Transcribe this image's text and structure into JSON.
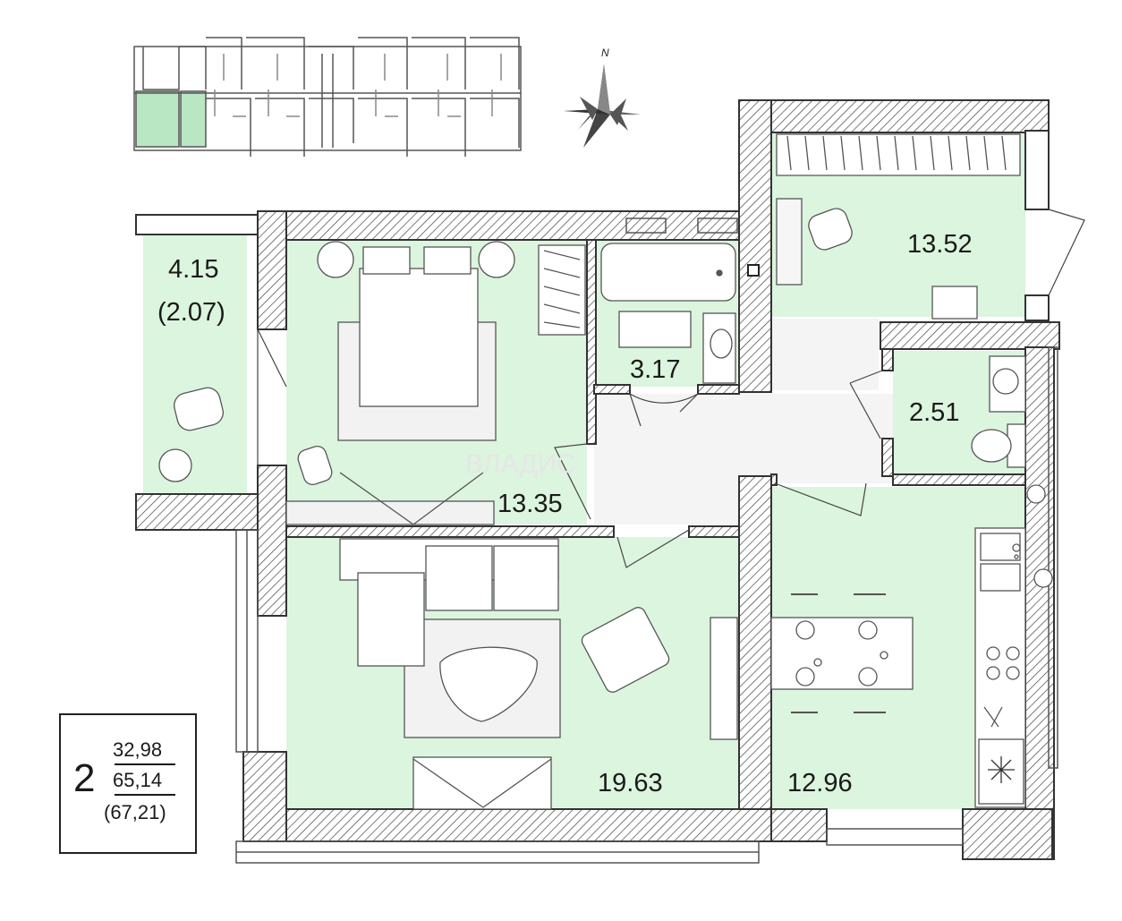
{
  "compass": {
    "north_label": "N"
  },
  "rooms": {
    "balcony_area": "4.15",
    "balcony_reduced": "(2.07)",
    "bedroom_area": "13.35",
    "bathroom_area": "3.17",
    "study_area": "13.52",
    "wc_area": "2.51",
    "living_area": "19.63",
    "kitchen_area": "12.96"
  },
  "legend": {
    "rooms_count": "2",
    "living_area": "32,98",
    "total_area": "65,14",
    "total_with_balcony": "(67,21)"
  },
  "watermark": {
    "text": "ВЛАДИС"
  },
  "colors": {
    "room_fill": "#dcf5de",
    "wall_stroke": "#333333",
    "highlight_fill": "#b9e6c3"
  }
}
